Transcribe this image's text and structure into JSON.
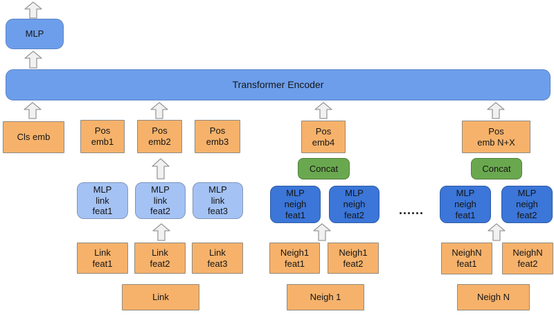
{
  "colors": {
    "blue": "#6d9eeb",
    "light_blue": "#a4c2f4",
    "dark_blue": "#3b76d8",
    "orange": "#f6b26b",
    "green": "#6aa84f",
    "arrow_fill": "#f1f1f1",
    "arrow_stroke": "#999999"
  },
  "nodes": {
    "mlp_head": "MLP",
    "encoder": "Transformer Encoder",
    "cls_emb": "Cls emb",
    "pos_emb1": "Pos\nemb1",
    "pos_emb2": "Pos\nemb2",
    "pos_emb3": "Pos\nemb3",
    "pos_emb4": "Pos\nemb4",
    "pos_emb_nx": "Pos\nemb N+X",
    "concat_1": "Concat",
    "concat_2": "Concat",
    "mlp_link_feat1": "MLP\nlink\nfeat1",
    "mlp_link_feat2": "MLP\nlink\nfeat2",
    "mlp_link_feat3": "MLP\nlink\nfeat3",
    "mlp_neigh1_feat1": "MLP\nneigh\nfeat1",
    "mlp_neigh1_feat2": "MLP\nneigh\nfeat2",
    "mlp_neighn_feat1": "MLP\nneigh\nfeat1",
    "mlp_neighn_feat2": "MLP\nneigh\nfeat2",
    "link_feat1": "Link\nfeat1",
    "link_feat2": "Link\nfeat2",
    "link_feat3": "Link\nfeat3",
    "neigh1_feat1": "Neigh1\nfeat1",
    "neigh1_feat2": "Neigh1\nfeat2",
    "neighn_feat1": "NeighN\nfeat1",
    "neighn_feat2": "NeighN\nfeat2",
    "link": "Link",
    "neigh_1": "Neigh 1",
    "neigh_n": "Neigh N",
    "dots": "......"
  }
}
